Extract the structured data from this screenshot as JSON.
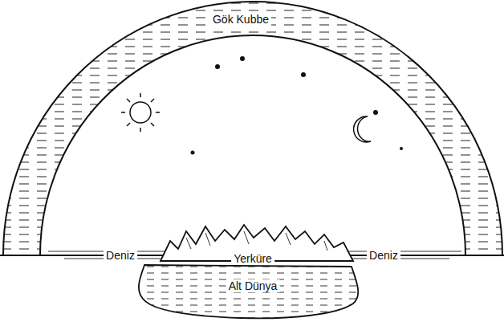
{
  "diagram": {
    "labels": [
      "Gök Kubbe",
      "Deniz",
      "Yerküre",
      "Deniz",
      "Alt Dünya"
    ]
  }
}
